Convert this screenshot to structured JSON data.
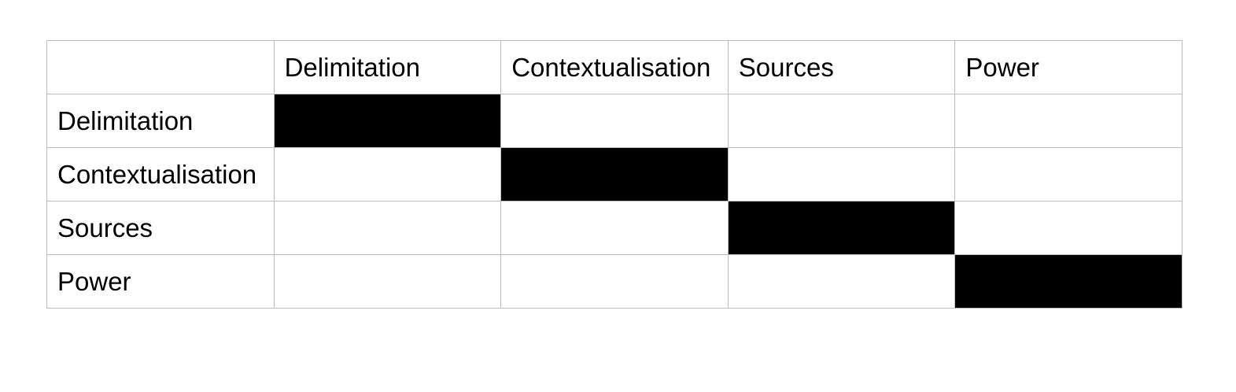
{
  "table": {
    "corner_label": "",
    "column_headers": [
      "Delimitation",
      "Contextualisation",
      "Sources",
      "Power"
    ],
    "rows": [
      {
        "label": "Delimitation",
        "cells": [
          true,
          false,
          false,
          false
        ]
      },
      {
        "label": "Contextualisation",
        "cells": [
          false,
          true,
          false,
          false
        ]
      },
      {
        "label": "Sources",
        "cells": [
          false,
          false,
          true,
          false
        ]
      },
      {
        "label": "Power",
        "cells": [
          false,
          false,
          false,
          true
        ]
      }
    ],
    "fill_color": "#000000",
    "border_color": "#bdbdbd",
    "text_color": "#000000",
    "background_color": "#ffffff"
  }
}
